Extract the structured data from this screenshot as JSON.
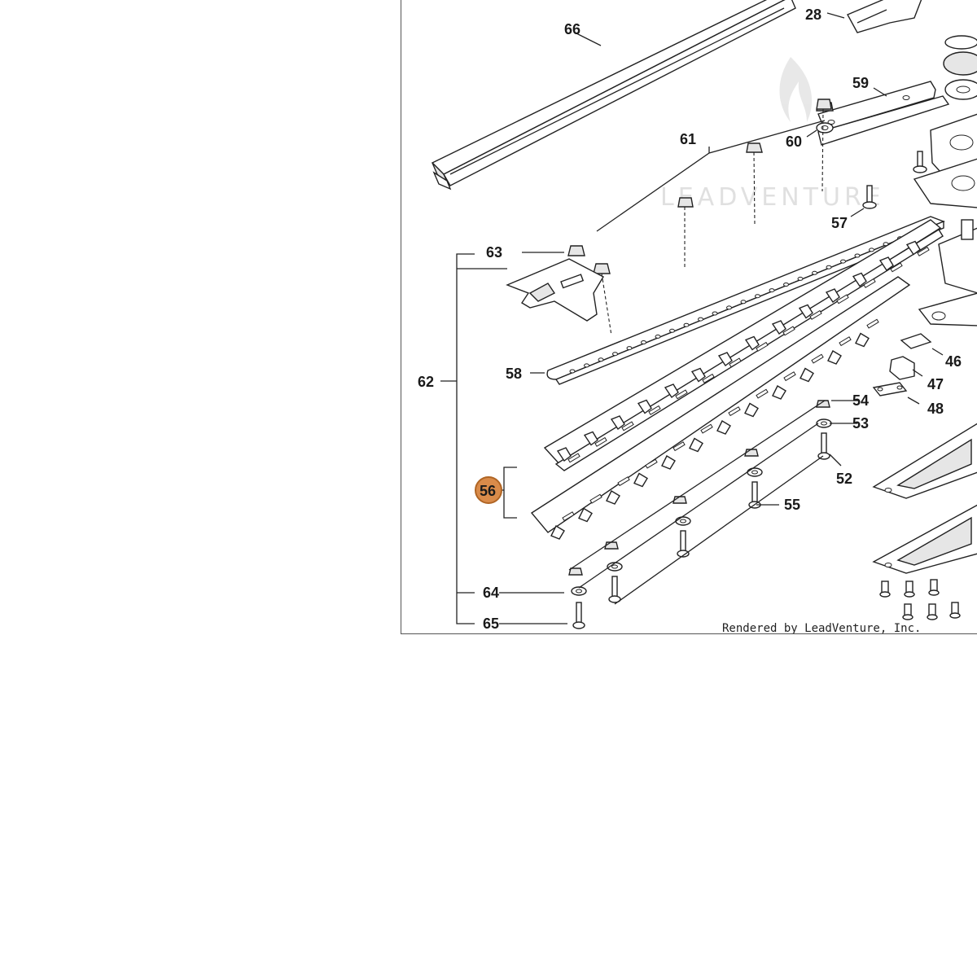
{
  "watermark": {
    "text": "LEADVENTURE"
  },
  "credit": "Rendered by LeadVenture, Inc.",
  "highlight_color": "#d98b4a",
  "callouts": {
    "c28": "28",
    "c46": "46",
    "c47": "47",
    "c48": "48",
    "c52": "52",
    "c53": "53",
    "c54": "54",
    "c55": "55",
    "c56": "56",
    "c57": "57",
    "c58": "58",
    "c59": "59",
    "c60": "60",
    "c61": "61",
    "c62": "62",
    "c63": "63",
    "c64": "64",
    "c65": "65",
    "c66": "66"
  },
  "highlighted_part": "56"
}
